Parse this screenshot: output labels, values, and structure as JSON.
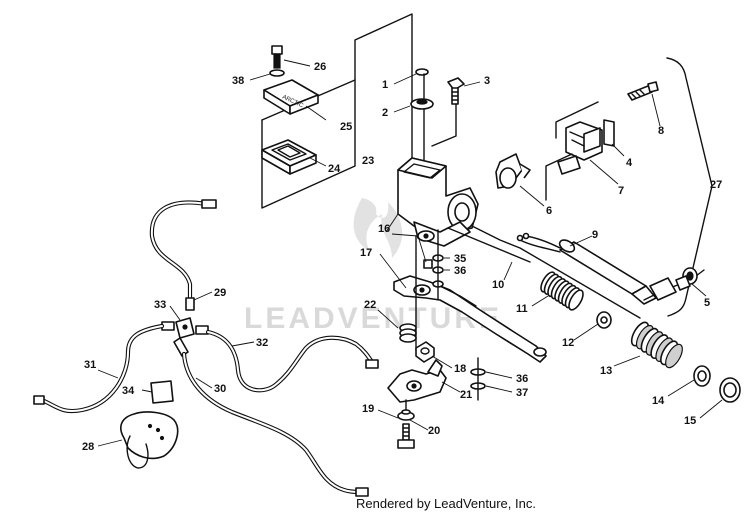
{
  "watermark": "LEADVENTURE",
  "footer": "Rendered by LeadVenture, Inc.",
  "labels": {
    "n1": "1",
    "n2": "2",
    "n3": "3",
    "n4": "4",
    "n5": "5",
    "n6": "6",
    "n7": "7",
    "n8": "8",
    "n9": "9",
    "n10": "10",
    "n11": "11",
    "n12": "12",
    "n13": "13",
    "n14": "14",
    "n15": "15",
    "n16": "16",
    "n17": "17",
    "n18": "18",
    "n19": "19",
    "n20": "20",
    "n21": "21",
    "n22": "22",
    "n23": "23",
    "n24": "24",
    "n25": "25",
    "n26": "26",
    "n27": "27",
    "n28": "28",
    "n29": "29",
    "n30": "30",
    "n31": "31",
    "n32": "32",
    "n33": "33",
    "n34": "34",
    "n35": "35",
    "n36a": "36",
    "n36b": "36",
    "n37": "37",
    "n38": "38"
  }
}
